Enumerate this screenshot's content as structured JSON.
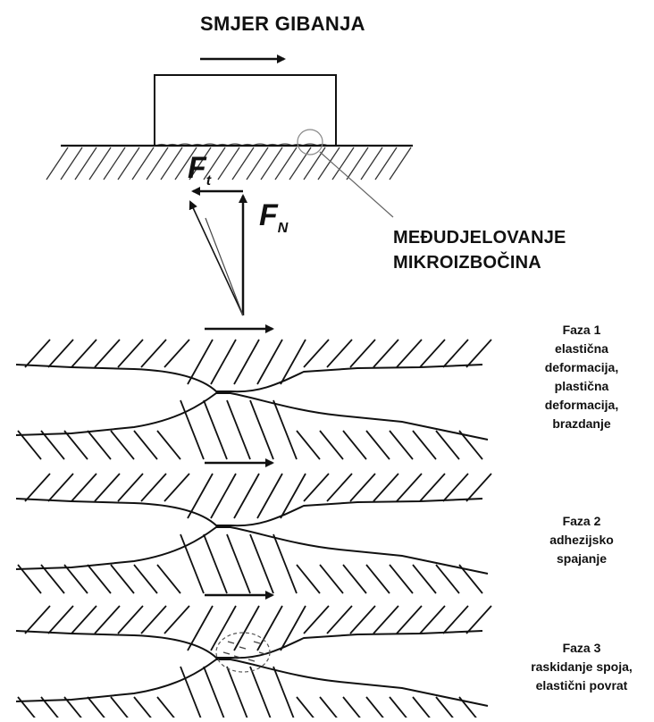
{
  "title": "SMJER GIBANJA",
  "forces": {
    "ft": "F",
    "ft_sub": "t",
    "fn": "F",
    "fn_sub": "N"
  },
  "micro_label": {
    "line1": "MEĐUDJELOVANJE",
    "line2": "MIKROIZBOČINA"
  },
  "phases": [
    {
      "title": "Faza 1",
      "lines": [
        "elastična",
        "deformacija,",
        "plastična",
        "deformacija,",
        "brazdanje"
      ]
    },
    {
      "title": "Faza 2",
      "lines": [
        "adhezijsko",
        "spajanje"
      ]
    },
    {
      "title": "Faza 3",
      "lines": [
        "raskidanje spoja,",
        "elastični povrat"
      ]
    }
  ]
}
